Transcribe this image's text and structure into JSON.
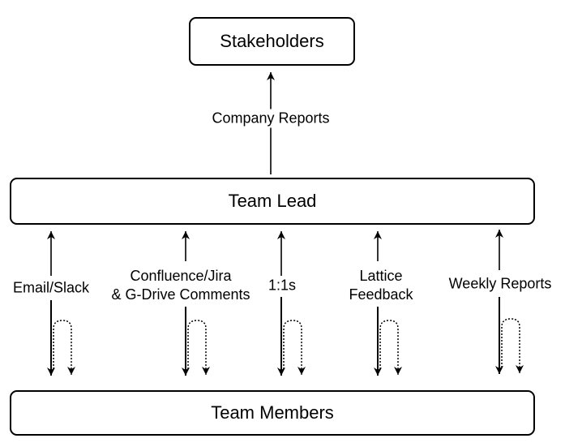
{
  "nodes": {
    "stakeholders": "Stakeholders",
    "team_lead": "Team Lead",
    "team_members": "Team Members"
  },
  "edges": {
    "company_reports": "Company Reports",
    "channels": [
      {
        "line1": "Email/Slack",
        "line2": ""
      },
      {
        "line1": "Confluence/Jira",
        "line2": "& G-Drive Comments"
      },
      {
        "line1": "1:1s",
        "line2": ""
      },
      {
        "line1": "Lattice",
        "line2": "Feedback"
      },
      {
        "line1": "Weekly Reports",
        "line2": ""
      }
    ]
  }
}
